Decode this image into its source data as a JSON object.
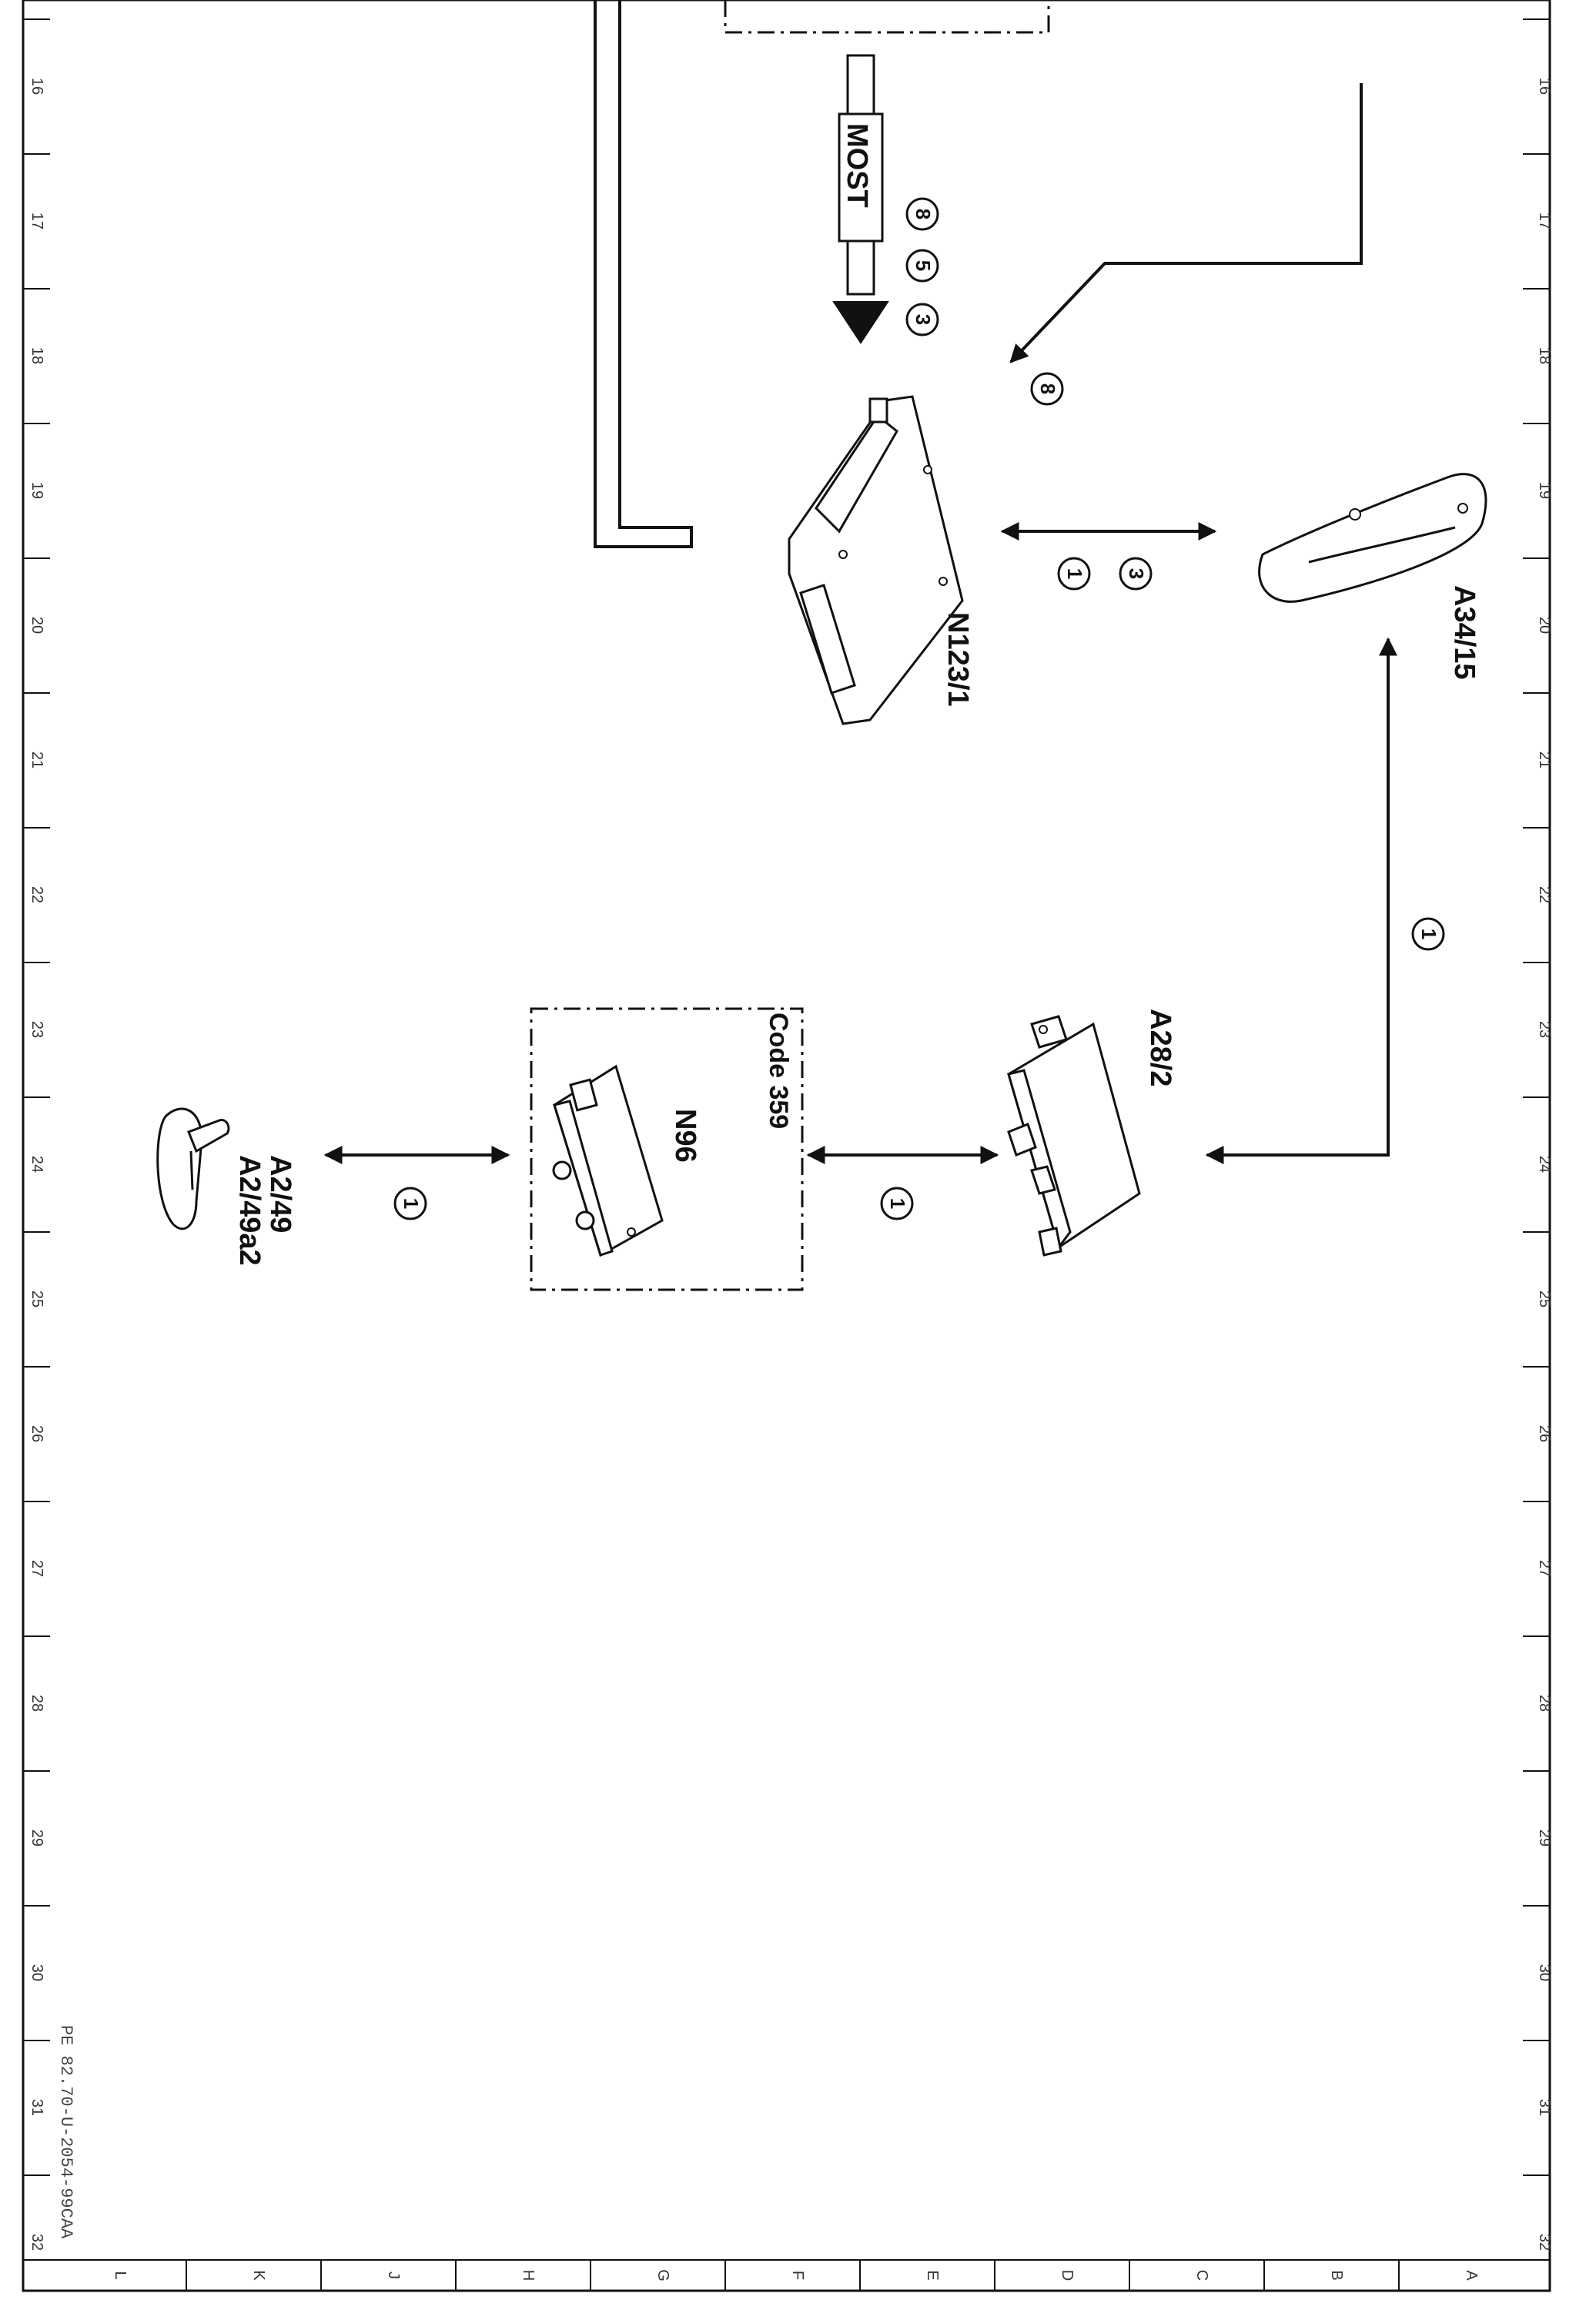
{
  "sheet": {
    "row_numbers": [
      "16",
      "17",
      "18",
      "19",
      "20",
      "21",
      "22",
      "23",
      "24",
      "25",
      "26",
      "27",
      "28",
      "29",
      "30",
      "31",
      "32"
    ],
    "column_letters": [
      "L",
      "K",
      "J",
      "H",
      "G",
      "F",
      "E",
      "D",
      "C",
      "B",
      "A"
    ],
    "reference": "PE 82.70-U-2054-99CAA"
  },
  "components": {
    "n123_1": "N123/1",
    "a34_15": "A34/15",
    "a28_2": "A28/2",
    "n96": "N96",
    "code_359": "Code 359",
    "a2_49": "A2/49",
    "a2_49a2": "A2/49a2"
  },
  "bus": {
    "most_label": "MOST"
  },
  "circle_labels": {
    "most_8": "8",
    "most_5": "5",
    "most_3": "3",
    "arrow_8": "8",
    "n123_a34_1": "1",
    "n123_a34_3": "3",
    "a34_a28_1": "1",
    "n96_a28_1": "1",
    "a2_n96_1": "1"
  }
}
